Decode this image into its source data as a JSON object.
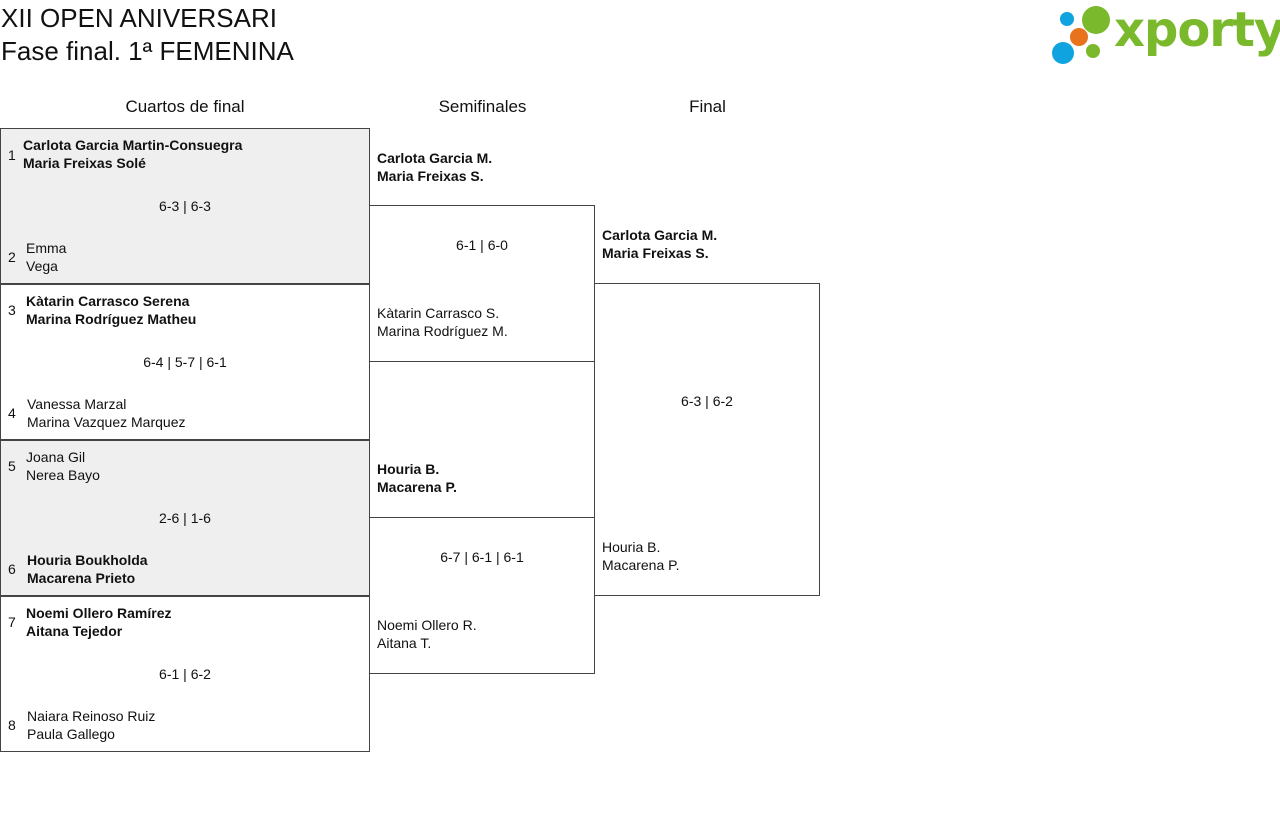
{
  "header": {
    "title_line1": "XII OPEN ANIVERSARI",
    "title_line2": "Fase final. 1ª FEMENINA"
  },
  "logo": {
    "text": "xporty",
    "colors": {
      "green": "#7ab82c",
      "orange": "#e8731c",
      "blue": "#0fa3e0"
    }
  },
  "rounds": {
    "quarterfinals": "Cuartos de final",
    "semifinals": "Semifinales",
    "final": "Final"
  },
  "quarterfinals": [
    {
      "top": {
        "seed": "1",
        "p1": "Carlota Garcia Martin-Consuegra",
        "p2": "Maria Freixas Solé"
      },
      "score": "6-3 | 6-3",
      "bottom": {
        "seed": "2",
        "p1": "Emma",
        "p2": "Vega"
      }
    },
    {
      "top": {
        "seed": "3",
        "p1": "Kàtarin Carrasco Serena",
        "p2": "Marina Rodríguez Matheu"
      },
      "score": "6-4 | 5-7 | 6-1",
      "bottom": {
        "seed": "4",
        "p1": "Vanessa Marzal",
        "p2": "Marina Vazquez Marquez"
      }
    },
    {
      "top": {
        "seed": "5",
        "p1": "Joana Gil",
        "p2": "Nerea Bayo"
      },
      "score": "2-6 | 1-6",
      "bottom": {
        "seed": "6",
        "p1": "Houria Boukholda",
        "p2": "Macarena Prieto"
      }
    },
    {
      "top": {
        "seed": "7",
        "p1": "Noemi Ollero Ramírez",
        "p2": "Aitana Tejedor"
      },
      "score": "6-1 | 6-2",
      "bottom": {
        "seed": "8",
        "p1": "Naiara Reinoso Ruiz",
        "p2": "Paula Gallego"
      }
    }
  ],
  "semifinals": [
    {
      "top": {
        "p1": "Carlota Garcia M.",
        "p2": "Maria Freixas S."
      },
      "score": "6-1 | 6-0",
      "bottom": {
        "p1": "Kàtarin Carrasco S.",
        "p2": "Marina Rodríguez M."
      }
    },
    {
      "top": {
        "p1": "Houria B.",
        "p2": "Macarena P."
      },
      "score": "6-7 | 6-1 | 6-1",
      "bottom": {
        "p1": "Noemi Ollero R.",
        "p2": "Aitana T."
      }
    }
  ],
  "final": {
    "top": {
      "p1": "Carlota Garcia M.",
      "p2": "Maria Freixas S."
    },
    "score": "6-3 | 6-2",
    "bottom": {
      "p1": "Houria B.",
      "p2": "Macarena P."
    }
  }
}
